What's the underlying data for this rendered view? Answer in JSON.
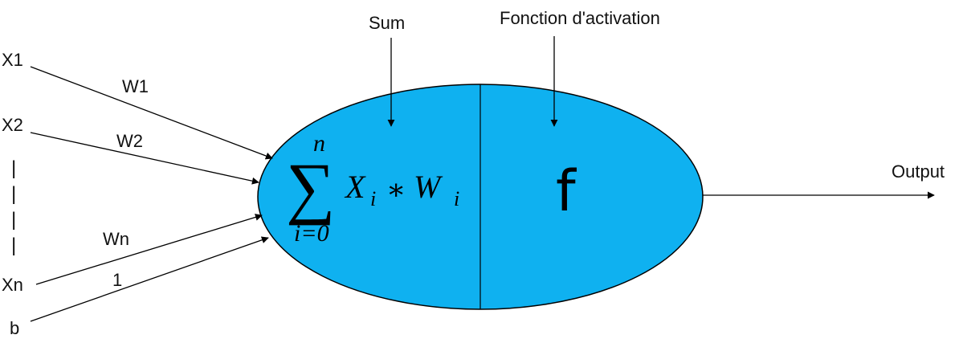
{
  "inputs": {
    "x1": "X1",
    "x2": "X2",
    "xn": "Xn",
    "b": "b",
    "ellipsis": "|"
  },
  "weights": {
    "w1": "W1",
    "w2": "W2",
    "wn": "Wn",
    "bias_weight": "1"
  },
  "neuron": {
    "sum_label": "Sum",
    "activation_label": "Fonction d'activation",
    "sum_symbol": "∑",
    "sum_upper": "n",
    "sum_lower": "i=0",
    "sum_term": "X",
    "sum_sub_i": "i",
    "sum_times": "∗",
    "sum_weight": "W",
    "sum_sub_i2": "i",
    "function_symbol": "f",
    "fill_color": "#0fb1f0"
  },
  "output": {
    "label": "Output"
  }
}
